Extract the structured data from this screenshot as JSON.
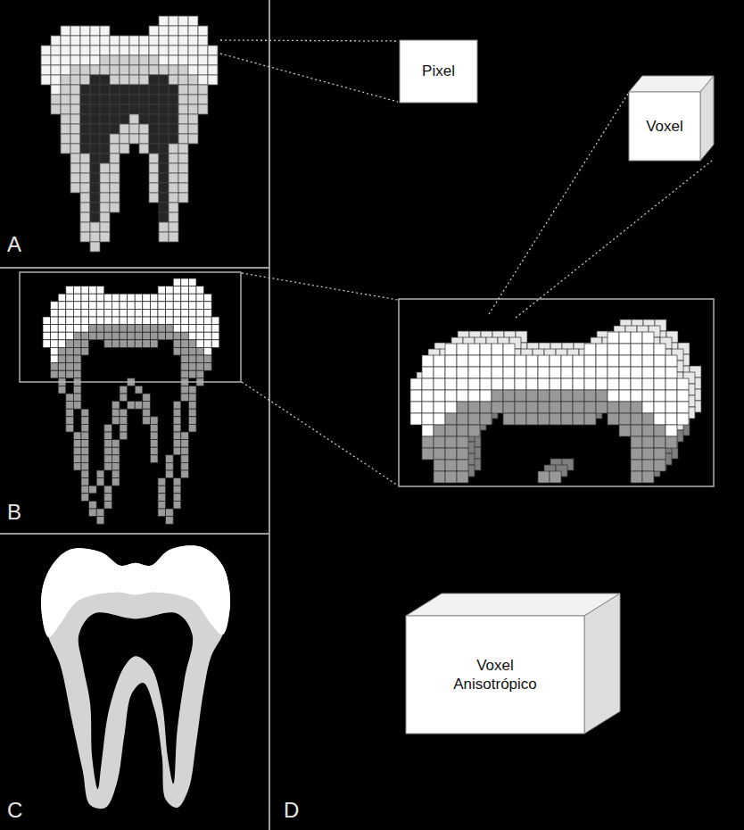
{
  "diagram": {
    "nodes": [
      {
        "text": [
          "Pixel"
        ]
      },
      {
        "text": [
          "Voxel"
        ]
      },
      {
        "text": [
          "Voxel Anisotrópico"
        ]
      }
    ],
    "labels": [
      "A",
      "B",
      "C",
      "D"
    ]
  }
}
